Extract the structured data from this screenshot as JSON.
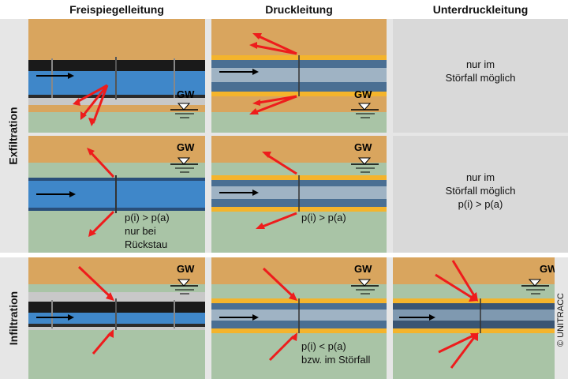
{
  "columns": [
    "Freispiegelleitung",
    "Druckleitung",
    "Unterdruckleitung"
  ],
  "rows": [
    "Exfiltration",
    "Infiltration"
  ],
  "gw_label": "GW",
  "texts": {
    "r1c3": [
      "nur im",
      "Störfall möglich"
    ],
    "r2c1": [
      "p(i) > p(a)",
      "nur bei",
      "Rückstau"
    ],
    "r2c2": [
      "p(i) > p(a)"
    ],
    "r2c3": [
      "nur im",
      "Störfall möglich",
      "p(i) > p(a)"
    ],
    "r3c2": [
      "p(i) < p(a)",
      "bzw. im Störfall"
    ]
  },
  "copyright": "© UNITRACC",
  "colors": {
    "soil": "#d9a55e",
    "groundwater": "#a9c4a6",
    "pipe_blue": "#3f87c9",
    "pipe_coating": "#f4b42c",
    "arrow": "#ee1c1c",
    "empty_panel": "#d9d9d9",
    "row_band": "#e6e6e6"
  }
}
